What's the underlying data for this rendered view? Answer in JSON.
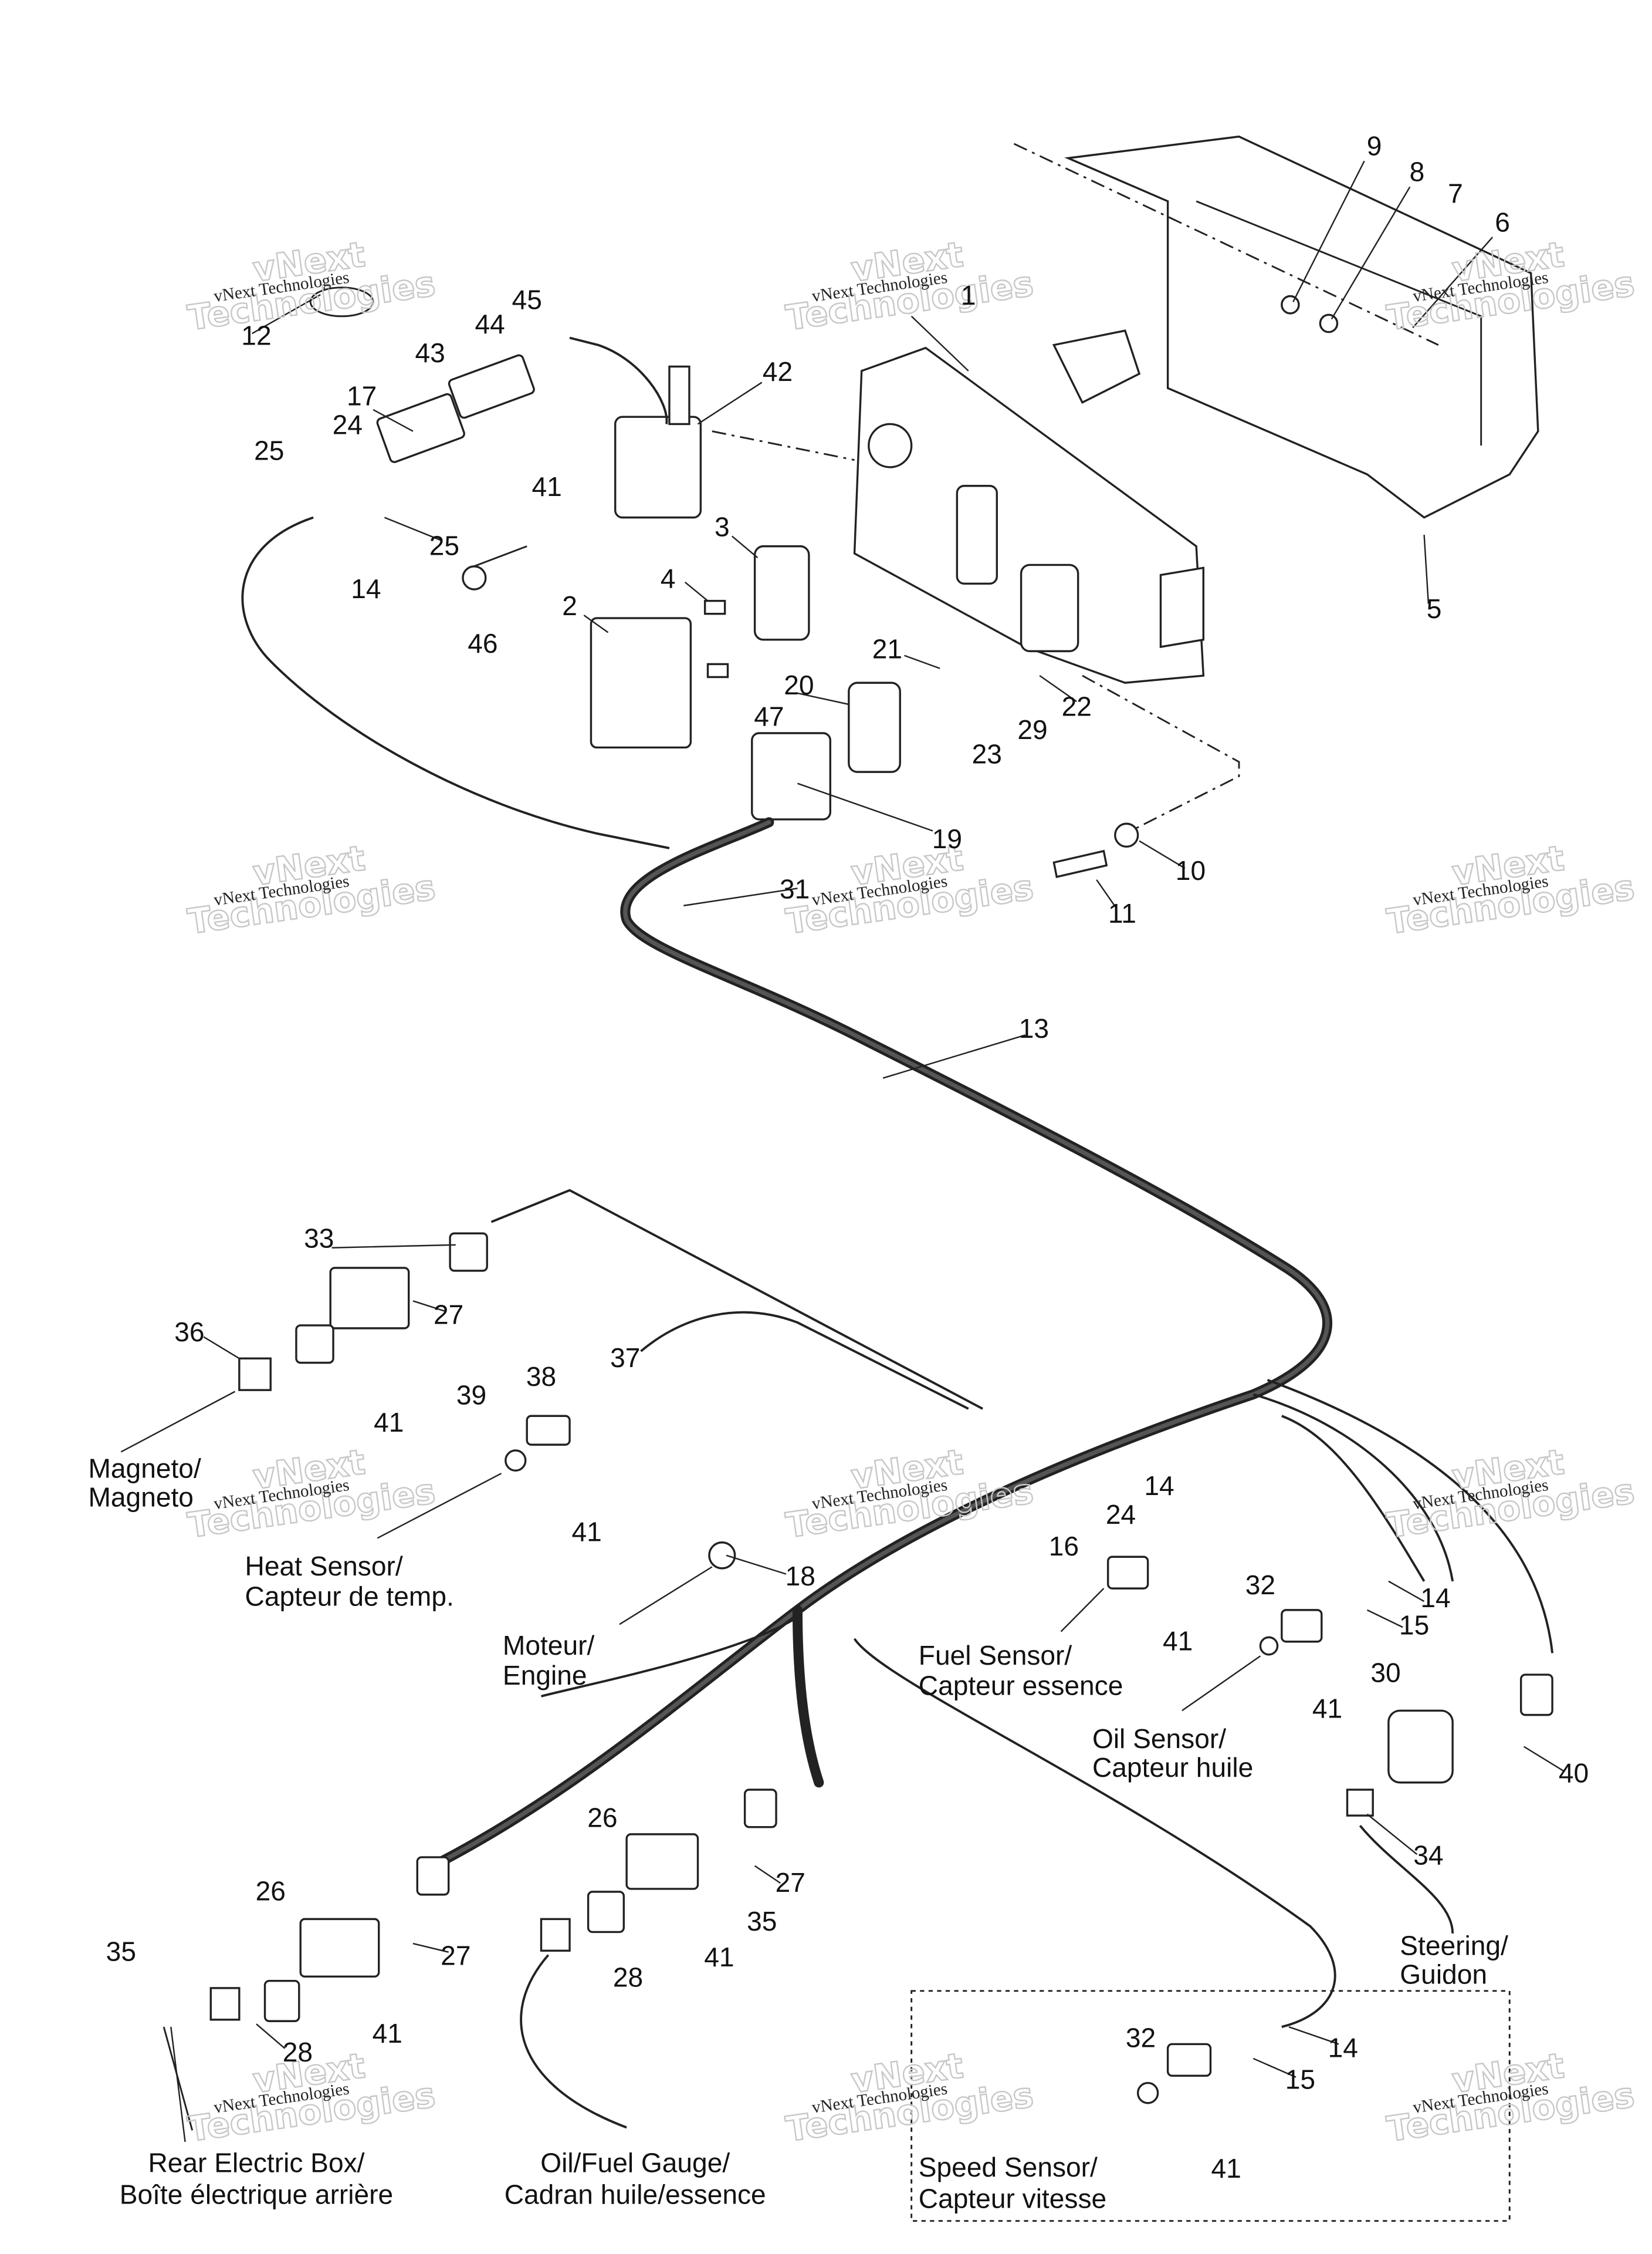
{
  "watermark": {
    "line1": "vNext Technologies",
    "line2": "vNext",
    "line3": "Technologies"
  },
  "callouts": [
    "9",
    "8",
    "7",
    "6",
    "12",
    "45",
    "44",
    "43",
    "42",
    "17",
    "24",
    "25",
    "25",
    "14",
    "41",
    "46",
    "3",
    "4",
    "2",
    "21",
    "22",
    "20",
    "47",
    "29",
    "23",
    "19",
    "5",
    "10",
    "11",
    "31",
    "13",
    "33",
    "27",
    "36",
    "41",
    "37",
    "38",
    "39",
    "41",
    "18",
    "14",
    "24",
    "16",
    "41",
    "32",
    "14",
    "15",
    "41",
    "30",
    "40",
    "34",
    "26",
    "27",
    "35",
    "41",
    "28",
    "26",
    "27",
    "35",
    "41",
    "28",
    "32",
    "14",
    "15",
    "41",
    "1"
  ],
  "captions": {
    "magneto": [
      "Magneto/",
      "Magneto"
    ],
    "heat_sensor": [
      "Heat Sensor/",
      "Capteur de temp."
    ],
    "engine": [
      "Moteur/",
      "Engine"
    ],
    "fuel_sensor": [
      "Fuel Sensor/",
      "Capteur essence"
    ],
    "oil_sensor": [
      "Oil Sensor/",
      "Capteur huile"
    ],
    "steering": [
      "Steering/",
      "Guidon"
    ],
    "rear_box": [
      "Rear Electric Box/",
      "Boîte électrique arrière"
    ],
    "gauge": [
      "Oil/Fuel Gauge/",
      "Cadran huile/essence"
    ],
    "speed_sensor": [
      "Speed Sensor/",
      "Capteur vitesse"
    ]
  }
}
